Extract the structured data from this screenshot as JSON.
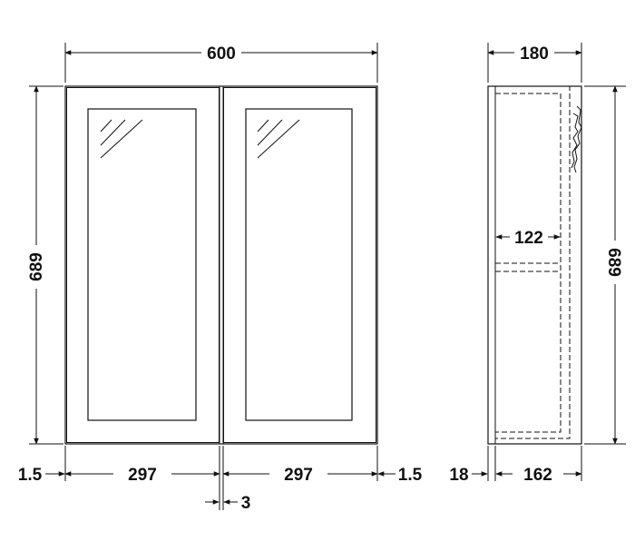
{
  "front_view": {
    "overall_width": "600",
    "overall_height": "689",
    "door_width_left": "297",
    "door_width_right": "297",
    "edge_gap_left": "1.5",
    "edge_gap_right": "1.5",
    "center_gap": "3"
  },
  "side_view": {
    "overall_depth": "180",
    "overall_height": "689",
    "shelf_depth": "122",
    "back_thickness": "18",
    "inner_depth": "162"
  }
}
